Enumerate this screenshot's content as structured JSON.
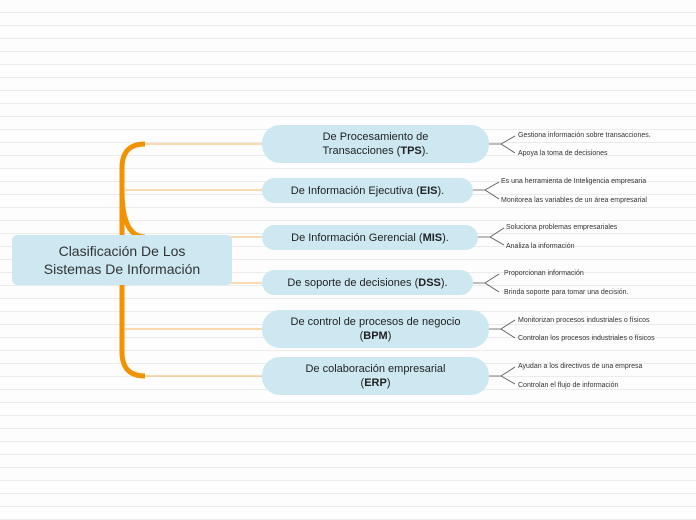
{
  "root": {
    "line1": "Clasificación De Los",
    "line2": "Sistemas De Información"
  },
  "branches": [
    {
      "pre": "De Procesamiento de Transacciones (",
      "abbr": "TPS",
      "post": ").",
      "leaves": [
        "Gestiona información sobre transacciones.",
        "Apoya la toma de decisiones"
      ]
    },
    {
      "pre": "De Información Ejecutiva (",
      "abbr": "EIS",
      "post": ").",
      "leaves": [
        "Es una herramienta de Inteligencia empresaria",
        "Monitorea las variables de un área empresarial"
      ]
    },
    {
      "pre": "De Información Gerencial (",
      "abbr": "MIS",
      "post": ").",
      "leaves": [
        "Soluciona problemas empresariales",
        "Analiza la información"
      ]
    },
    {
      "pre": "De soporte de decisiones (",
      "abbr": "DSS",
      "post": ").",
      "leaves": [
        "Proporcionan información",
        "Brinda soporte para tomar una decisión."
      ]
    },
    {
      "pre": "De control de procesos de negocio (",
      "abbr": "BPM",
      "post": ")",
      "leaves": [
        "Monitorizan procesos industriales o físicos",
        "Controlan los procesos industriales o físicos"
      ]
    },
    {
      "pre": "De colaboración empresarial (",
      "abbr": "ERP",
      "post": ")",
      "leaves": [
        "Ayudan a los directivos de una empresa",
        "Controlan el flujo de información"
      ]
    }
  ],
  "colors": {
    "trunk": "#f39200",
    "branch_line": "#f7b860",
    "node_fill": "#cde8f1",
    "leaf_line": "#555555"
  }
}
